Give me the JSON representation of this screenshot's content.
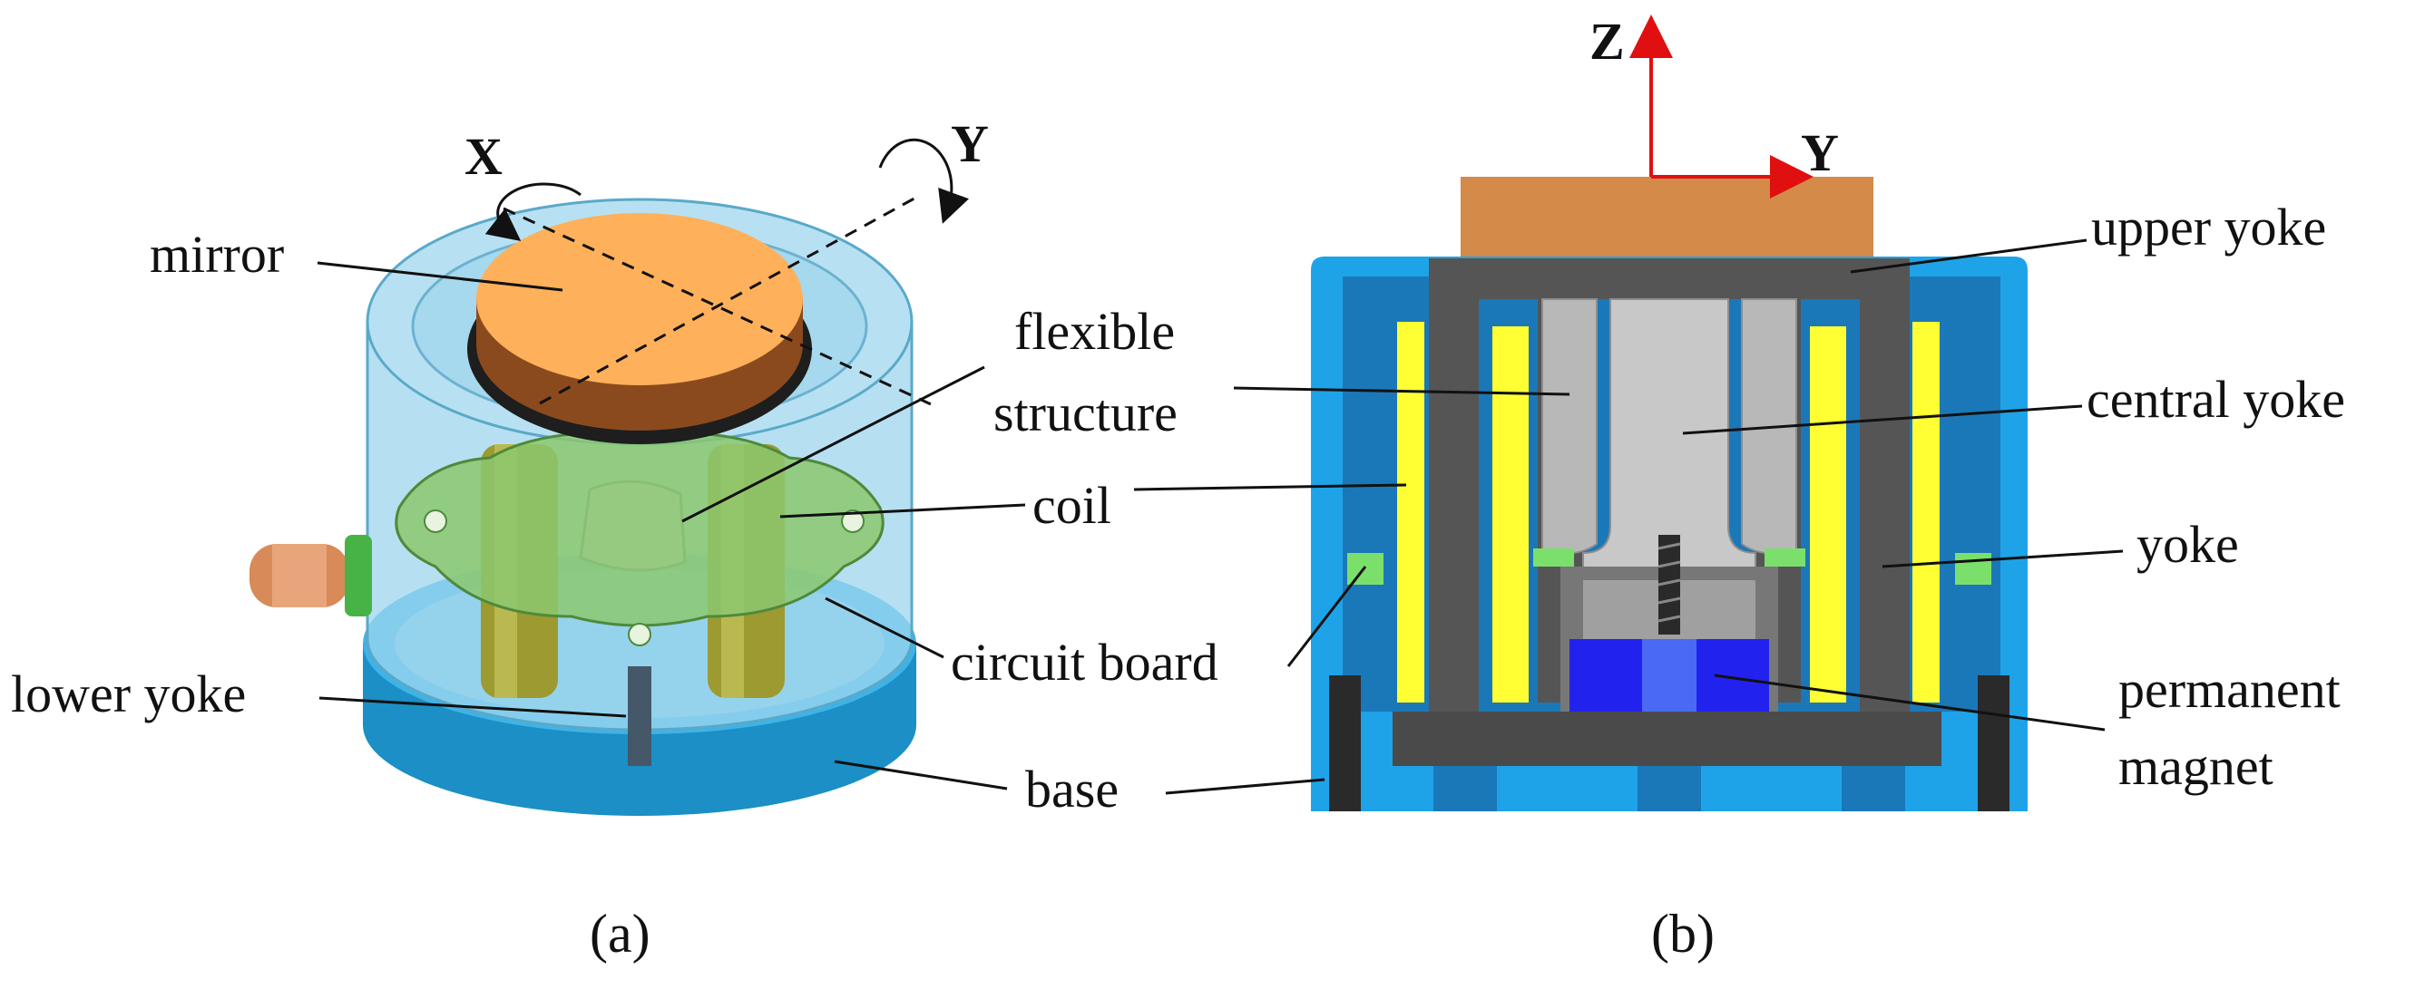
{
  "panel_a": {
    "axes": {
      "x": "X",
      "y": "Y"
    },
    "labels": {
      "mirror": "mirror",
      "flexible_line1": "flexible",
      "flexible_line2": "structure",
      "coil": "coil",
      "circuit_board": "circuit board",
      "lower_yoke": "lower yoke",
      "base": "base"
    },
    "caption": "(a)"
  },
  "panel_b": {
    "axes": {
      "z": "Z",
      "y": "Y"
    },
    "labels": {
      "upper_yoke": "upper yoke",
      "central_yoke": "central yoke",
      "yoke": "yoke",
      "permanent_line1": "permanent",
      "permanent_line2": "magnet"
    },
    "caption": "(b)"
  },
  "colors": {
    "mirror_top": "#FFB05A",
    "mirror_rim": "#8B4A1E",
    "housing": "#7EC6E6",
    "base": "#1F9FD8",
    "circuit_board": "#8CC870",
    "coil": "#9C9A30",
    "section_blue": "#1EA3E8",
    "yoke_dark": "#555555",
    "yoke_light": "#C8C8C8",
    "coil_section": "#FFFF33",
    "magnet": "#2222EE",
    "mirror_section": "#D48A48",
    "axis_red": "#E01010"
  }
}
